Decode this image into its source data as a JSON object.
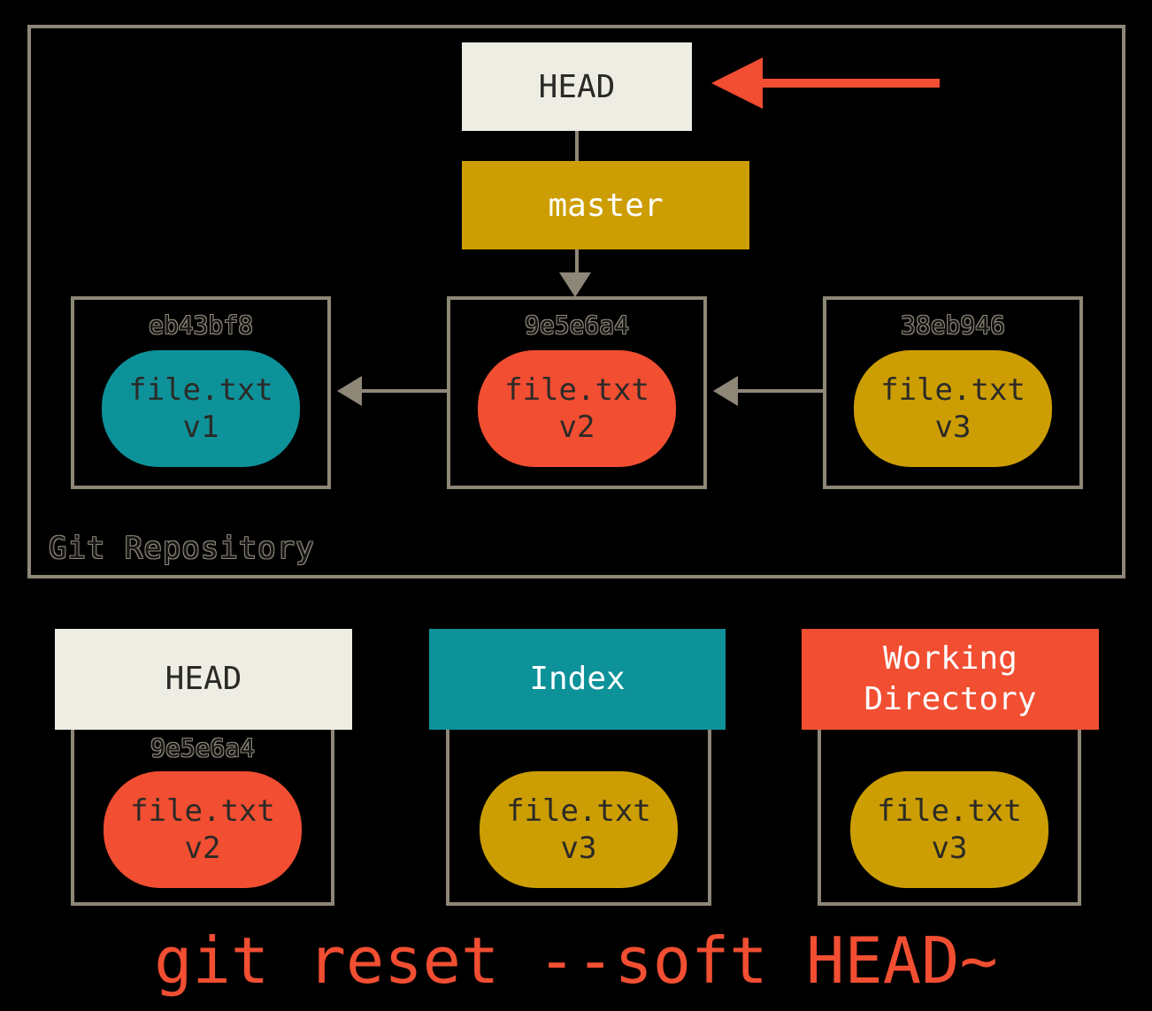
{
  "palette": {
    "background": "#000000",
    "border_taupe": "#8E8778",
    "cream": "#EEEDE4",
    "gold": "#CC9E03",
    "teal": "#0E929A",
    "red_orange": "#F14E32",
    "dark_text": "#2B2A27",
    "white_text": "#FFFFFF"
  },
  "repository": {
    "label": "Git Repository",
    "head": {
      "label": "HEAD"
    },
    "branch": {
      "label": "master"
    },
    "commits": [
      {
        "hash": "eb43bf8",
        "file": "file.txt",
        "version": "v1",
        "blob_color": "#0E929A"
      },
      {
        "hash": "9e5e6a4",
        "file": "file.txt",
        "version": "v2",
        "blob_color": "#F14E32"
      },
      {
        "hash": "38eb946",
        "file": "file.txt",
        "version": "v3",
        "blob_color": "#CC9E03"
      }
    ]
  },
  "areas": [
    {
      "title": "HEAD",
      "header_color": "#EEEDE4",
      "hash": "9e5e6a4",
      "file": "file.txt",
      "version": "v2",
      "blob_color": "#F14E32"
    },
    {
      "title": "Index",
      "header_color": "#0E929A",
      "hash": "",
      "file": "file.txt",
      "version": "v3",
      "blob_color": "#CC9E03"
    },
    {
      "title": "Working Directory",
      "header_color": "#F14E32",
      "hash": "",
      "file": "file.txt",
      "version": "v3",
      "blob_color": "#CC9E03"
    }
  ],
  "caption": {
    "text": "git reset --soft HEAD~"
  }
}
